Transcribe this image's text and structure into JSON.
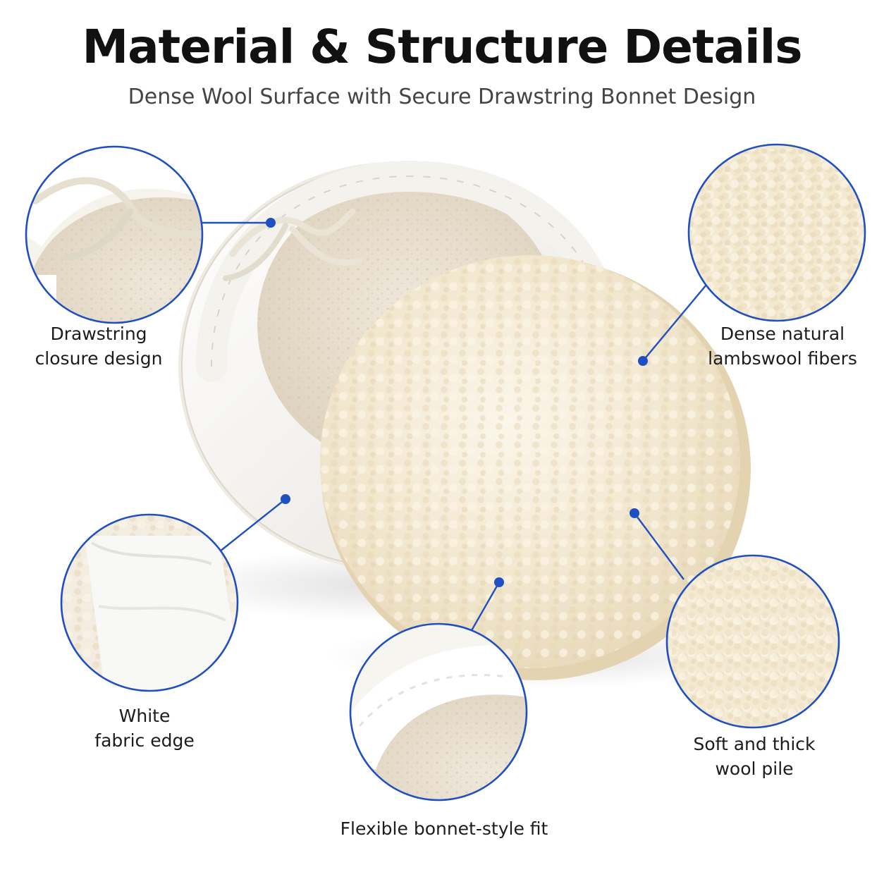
{
  "header": {
    "title": "Material & Structure Details",
    "subtitle": "Dense Wool Surface with Secure Drawstring Bonnet Design"
  },
  "callouts": {
    "drawstring": {
      "line1": "Drawstring",
      "line2": "closure design"
    },
    "lambswool": {
      "line1": "Dense natural",
      "line2": "lambswool fibers"
    },
    "fabric_edge": {
      "line1": "White",
      "line2": "fabric edge"
    },
    "wool_pile": {
      "line1": "Soft and thick",
      "line2": "wool pile"
    },
    "bonnet_fit": {
      "line1": "Flexible bonnet-style fit"
    }
  },
  "colors": {
    "accent_blue": "#1f4fc1",
    "wool_cream": "#f3e9d2",
    "fabric_white": "#f7f7f5",
    "foam_beige": "#e9e1d2"
  }
}
